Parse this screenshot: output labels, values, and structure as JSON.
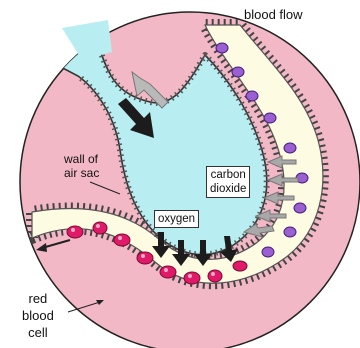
{
  "labels": {
    "blood_flow": "blood flow",
    "wall_line1": "wall of",
    "wall_line2": "air sac",
    "carbon_line1": "carbon",
    "carbon_line2": "dioxide",
    "oxygen": "oxygen",
    "red_line1": "red",
    "red_line2": "blood",
    "red_line3": "cell"
  },
  "colors": {
    "tissue": "#f2b8c6",
    "air_sac": "#b8eef2",
    "capillary": "#fdfbe2",
    "red_cell": "#e01a68",
    "white_cell": "#9a5fd0",
    "wall_dots": "#444444",
    "arrow_oxygen": "#1c1c1c",
    "arrow_co2": "#9a9a9a"
  },
  "icons": {
    "flow_arrow": "left-arrow-icon",
    "oxygen_arrow": "down-arrow-icon",
    "co2_arrow": "outward-arrow-icon"
  }
}
